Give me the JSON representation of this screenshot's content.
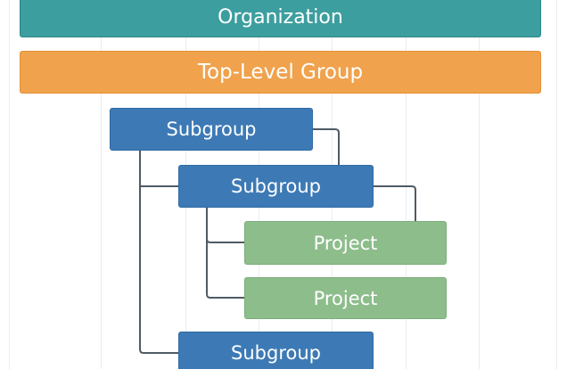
{
  "diagram": {
    "nodes": [
      {
        "id": "organization",
        "label": "Organization",
        "type": "organization"
      },
      {
        "id": "top-level-group",
        "label": "Top-Level Group",
        "type": "group"
      },
      {
        "id": "subgroup-1",
        "label": "Subgroup",
        "type": "subgroup"
      },
      {
        "id": "subgroup-2",
        "label": "Subgroup",
        "type": "subgroup"
      },
      {
        "id": "project-1",
        "label": "Project",
        "type": "project"
      },
      {
        "id": "project-2",
        "label": "Project",
        "type": "project"
      },
      {
        "id": "subgroup-3",
        "label": "Subgroup",
        "type": "subgroup"
      }
    ],
    "edges": [
      {
        "from": "subgroup-1",
        "to": "subgroup-2"
      },
      {
        "from": "subgroup-1",
        "to": "subgroup-3"
      },
      {
        "from": "subgroup-2",
        "to": "project-1"
      },
      {
        "from": "subgroup-2",
        "to": "project-2"
      }
    ],
    "colors": {
      "organization": "#3d9e9f",
      "group": "#f0a24d",
      "subgroup": "#3d7ab5",
      "project": "#8dbd8b",
      "connector": "#4f5b66"
    }
  }
}
